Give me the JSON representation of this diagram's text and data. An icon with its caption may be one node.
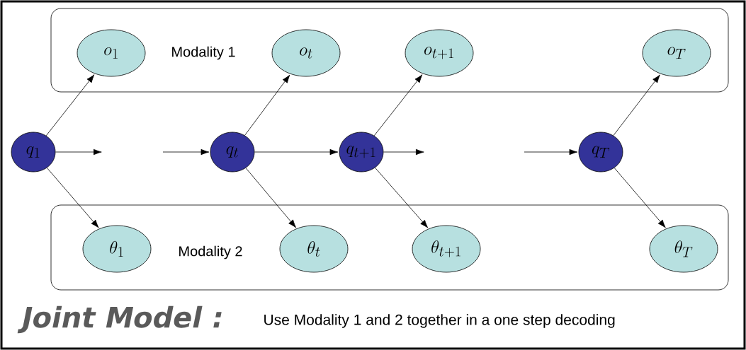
{
  "diagram": {
    "nodes": [
      {
        "text": [
          "Modality 1"
        ]
      },
      {
        "text": [
          "o_1"
        ],
        "in": 0
      },
      {
        "text": [
          "o_t"
        ],
        "in": 0
      },
      {
        "text": [
          "o_{t+1}"
        ],
        "in": 0
      },
      {
        "text": [
          "o_T"
        ],
        "in": 0
      },
      {
        "text": [
          "Modality 2"
        ]
      },
      {
        "text": [
          "\\theta_1"
        ],
        "in": 5
      },
      {
        "text": [
          "\\theta_t"
        ],
        "in": 5
      },
      {
        "text": [
          "\\theta_{t+1}"
        ],
        "in": 5
      },
      {
        "text": [
          "\\theta_T"
        ],
        "in": 5
      },
      {
        "text": [
          "q_1"
        ]
      },
      {
        "text": [
          "q_t"
        ]
      },
      {
        "text": [
          "q_{t+1}"
        ]
      },
      {
        "text": [
          "q_T"
        ]
      }
    ],
    "edges": [
      {
        "from": 10,
        "to": 1,
        "arrow": "to"
      },
      {
        "from": 10,
        "to": 6,
        "arrow": "to"
      },
      {
        "from": 10,
        "to": null,
        "arrow": "to"
      },
      {
        "from": null,
        "to": 11,
        "arrow": "to"
      },
      {
        "from": 11,
        "to": 2,
        "arrow": "to"
      },
      {
        "from": 11,
        "to": 7,
        "arrow": "to"
      },
      {
        "from": 11,
        "to": 12,
        "arrow": "to"
      },
      {
        "from": 12,
        "to": 3,
        "arrow": "to"
      },
      {
        "from": 12,
        "to": 8,
        "arrow": "to"
      },
      {
        "from": 12,
        "to": null,
        "arrow": "to"
      },
      {
        "from": null,
        "to": 13,
        "arrow": "to"
      },
      {
        "from": 13,
        "to": 4,
        "arrow": "to"
      },
      {
        "from": 13,
        "to": 9,
        "arrow": "to"
      }
    ],
    "labels": [
      "Joint Model :",
      "Use Modality 1 and 2 together in a one step decoding"
    ]
  }
}
